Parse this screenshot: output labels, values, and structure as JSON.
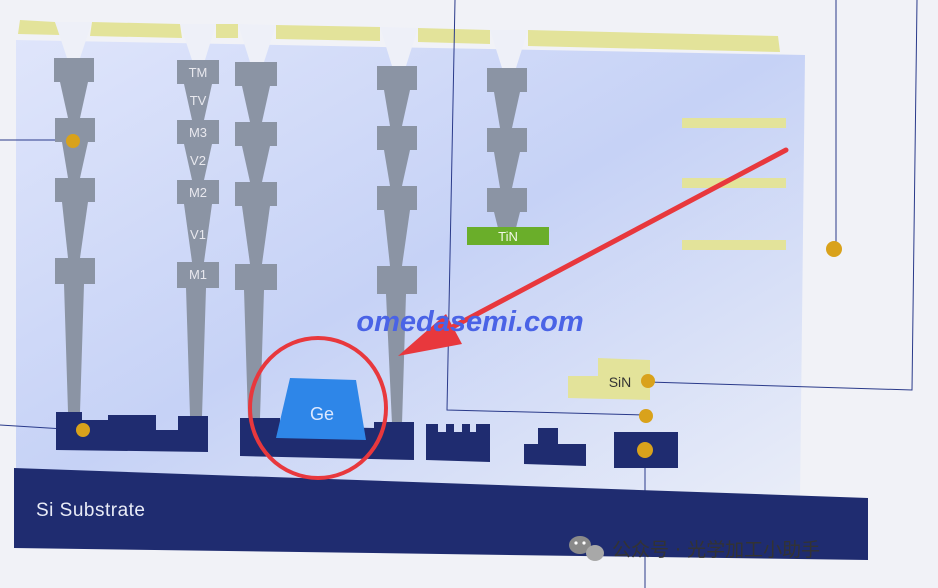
{
  "labels": {
    "tm": "TM",
    "tv": "TV",
    "m3": "M3",
    "v2": "V2",
    "m2": "M2",
    "v1": "V1",
    "m1": "M1",
    "tin": "TiN",
    "sin": "SiN",
    "ge": "Ge",
    "substrate": "Si Substrate"
  },
  "watermark": "omedasemi.com",
  "footer": "公众号 · 光学加工小助手",
  "colors": {
    "substrate": "#1f2c70",
    "metal": "#9099a8",
    "germanium": "#2e86e8",
    "tin": "#6aae2a",
    "passivation": "#e3e39a",
    "circle": "#e8383d",
    "arrow": "#e8383d",
    "dot": "#d9a21b"
  }
}
